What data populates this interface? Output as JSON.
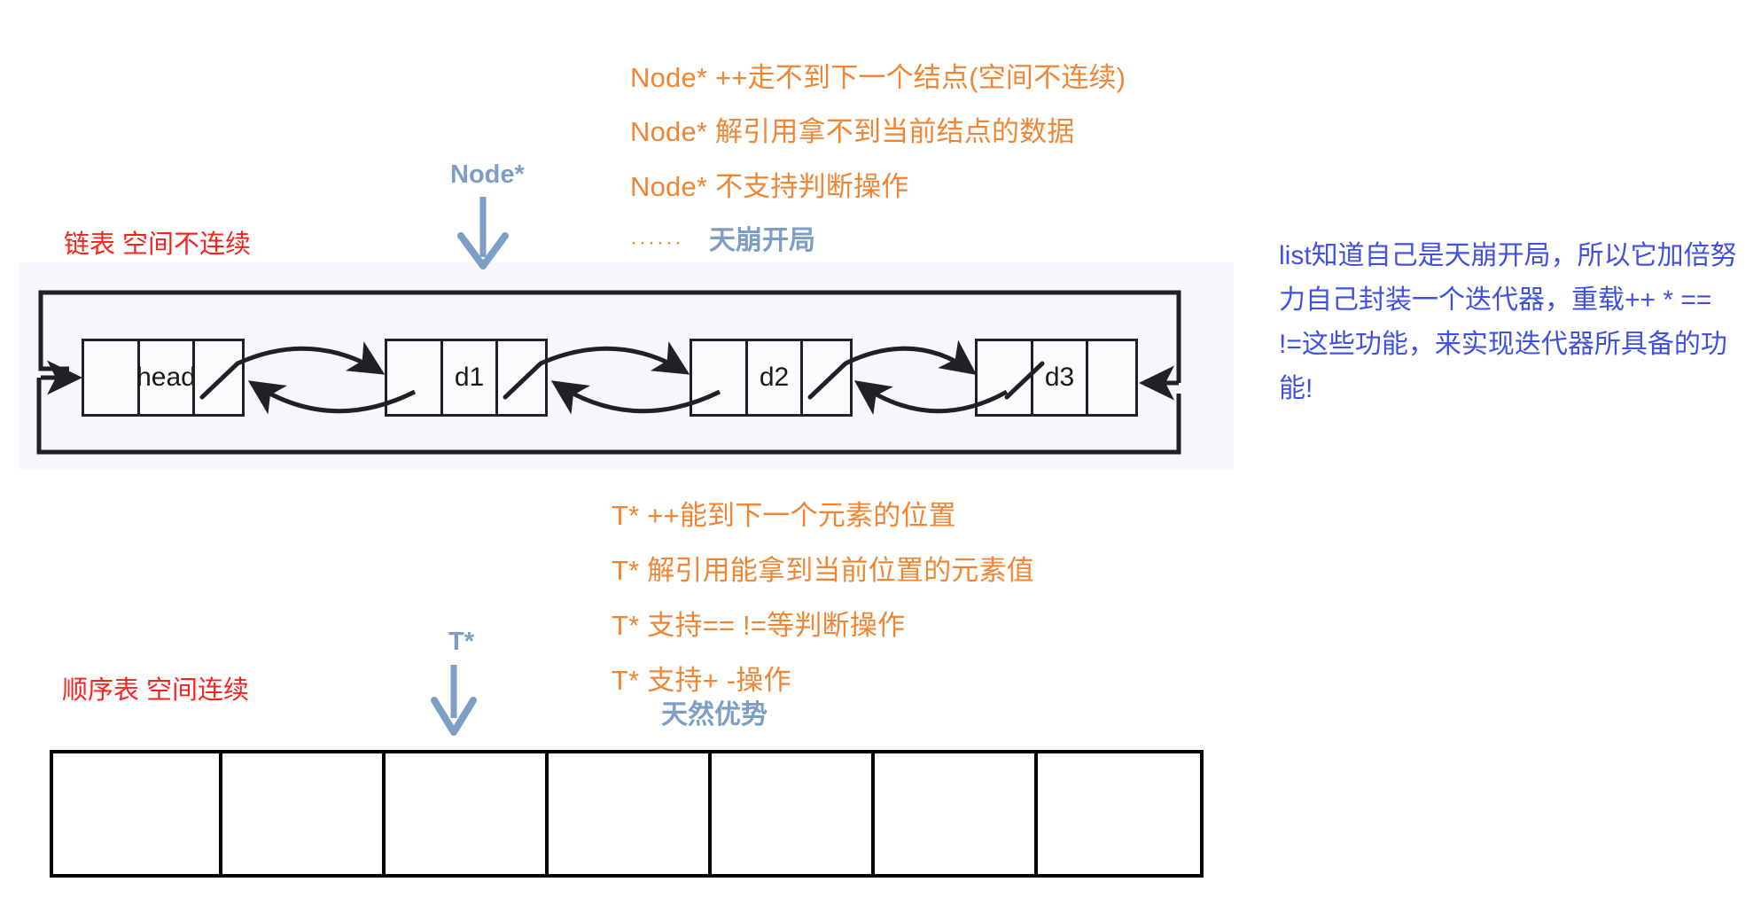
{
  "node_ptr": {
    "label": "Node*",
    "lines": [
      "Node* ++走不到下一个结点(空间不连续)",
      "Node* 解引用拿不到当前结点的数据",
      "Node* 不支持判断操作"
    ],
    "ellipsis": "······",
    "verdict": "天崩开局"
  },
  "t_ptr": {
    "label": "T*",
    "lines": [
      "T* ++能到下一个元素的位置",
      "T* 解引用能拿到当前位置的元素值",
      "T* 支持== !=等判断操作",
      "T* 支持+ -操作"
    ],
    "verdict": "天然优势"
  },
  "linked_list": {
    "caption": "链表  空间不连续",
    "nodes": [
      {
        "prev": "",
        "data": "head",
        "next": ""
      },
      {
        "prev": "",
        "data": "d1",
        "next": ""
      },
      {
        "prev": "",
        "data": "d2",
        "next": ""
      },
      {
        "prev": "",
        "data": "d3",
        "next": ""
      }
    ]
  },
  "array": {
    "caption": "顺序表  空间连续",
    "cells": [
      "",
      "",
      "",
      "",
      "",
      "",
      ""
    ]
  },
  "note": {
    "text": "list知道自己是天崩开局，所以它加倍努力自己封装一个迭代器，重载++ * == !=这些功能，来实现迭代器所具备的功能!"
  },
  "colors": {
    "orange": "#F08634",
    "red": "#F8231E",
    "blue_bold": "#7D9FC6",
    "note_blue": "#4050E0",
    "box_stroke": "#221F26",
    "array_stroke": "#000000",
    "tint": "#F5F7FA"
  }
}
